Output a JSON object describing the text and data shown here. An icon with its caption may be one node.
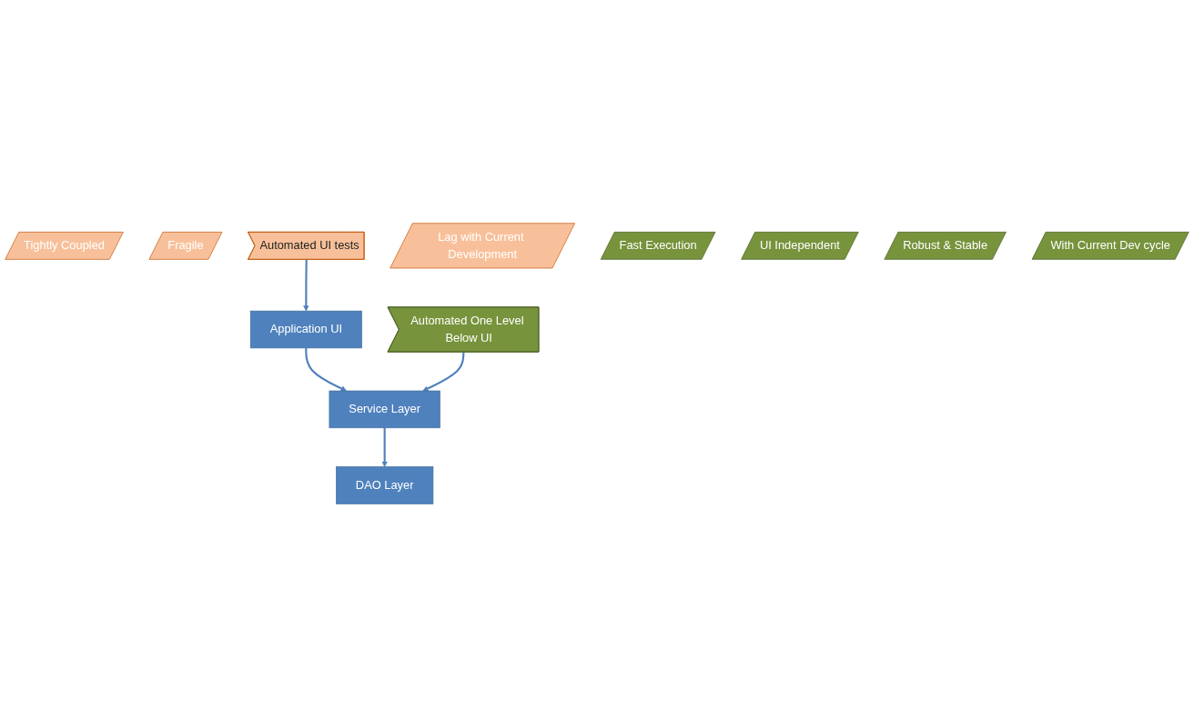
{
  "diagram": {
    "nodes": [
      {
        "text": [
          "Tightly Coupled"
        ]
      },
      {
        "text": [
          "Fragile"
        ]
      },
      {
        "text": [
          "Automated UI tests"
        ]
      },
      {
        "text": [
          "Application UI"
        ]
      },
      {
        "text": [
          "Lag with Current Development"
        ]
      },
      {
        "text": [
          "Fast Execution"
        ]
      },
      {
        "text": [
          "Automated One Level Below UI"
        ]
      },
      {
        "text": [
          "Service Layer"
        ]
      },
      {
        "text": [
          "UI Independent"
        ]
      },
      {
        "text": [
          "Robust & Stable"
        ]
      },
      {
        "text": [
          "With Current Dev cycle"
        ]
      },
      {
        "text": [
          "DAO Layer"
        ]
      }
    ],
    "edges": [
      {
        "from": 2,
        "to": 3,
        "arrow": "to"
      },
      {
        "from": 3,
        "to": 7,
        "arrow": "to"
      },
      {
        "from": 6,
        "to": 7,
        "arrow": "to"
      },
      {
        "from": 7,
        "to": 11,
        "arrow": "to"
      }
    ]
  }
}
